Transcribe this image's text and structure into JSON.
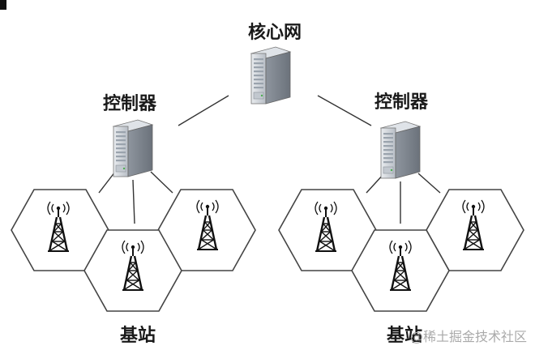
{
  "labels": {
    "core_network": "核心网",
    "controller_left": "控制器",
    "controller_right": "控制器",
    "base_station_left": "基站",
    "base_station_right": "基站"
  },
  "watermark": "@稀土掘金技术社区",
  "icons": {
    "server": "server-icon",
    "tower": "cell-tower-icon"
  },
  "colors": {
    "hex_stroke": "#444444",
    "tower": "#111111",
    "server_body": "#c9ced4",
    "link": "#333333"
  }
}
